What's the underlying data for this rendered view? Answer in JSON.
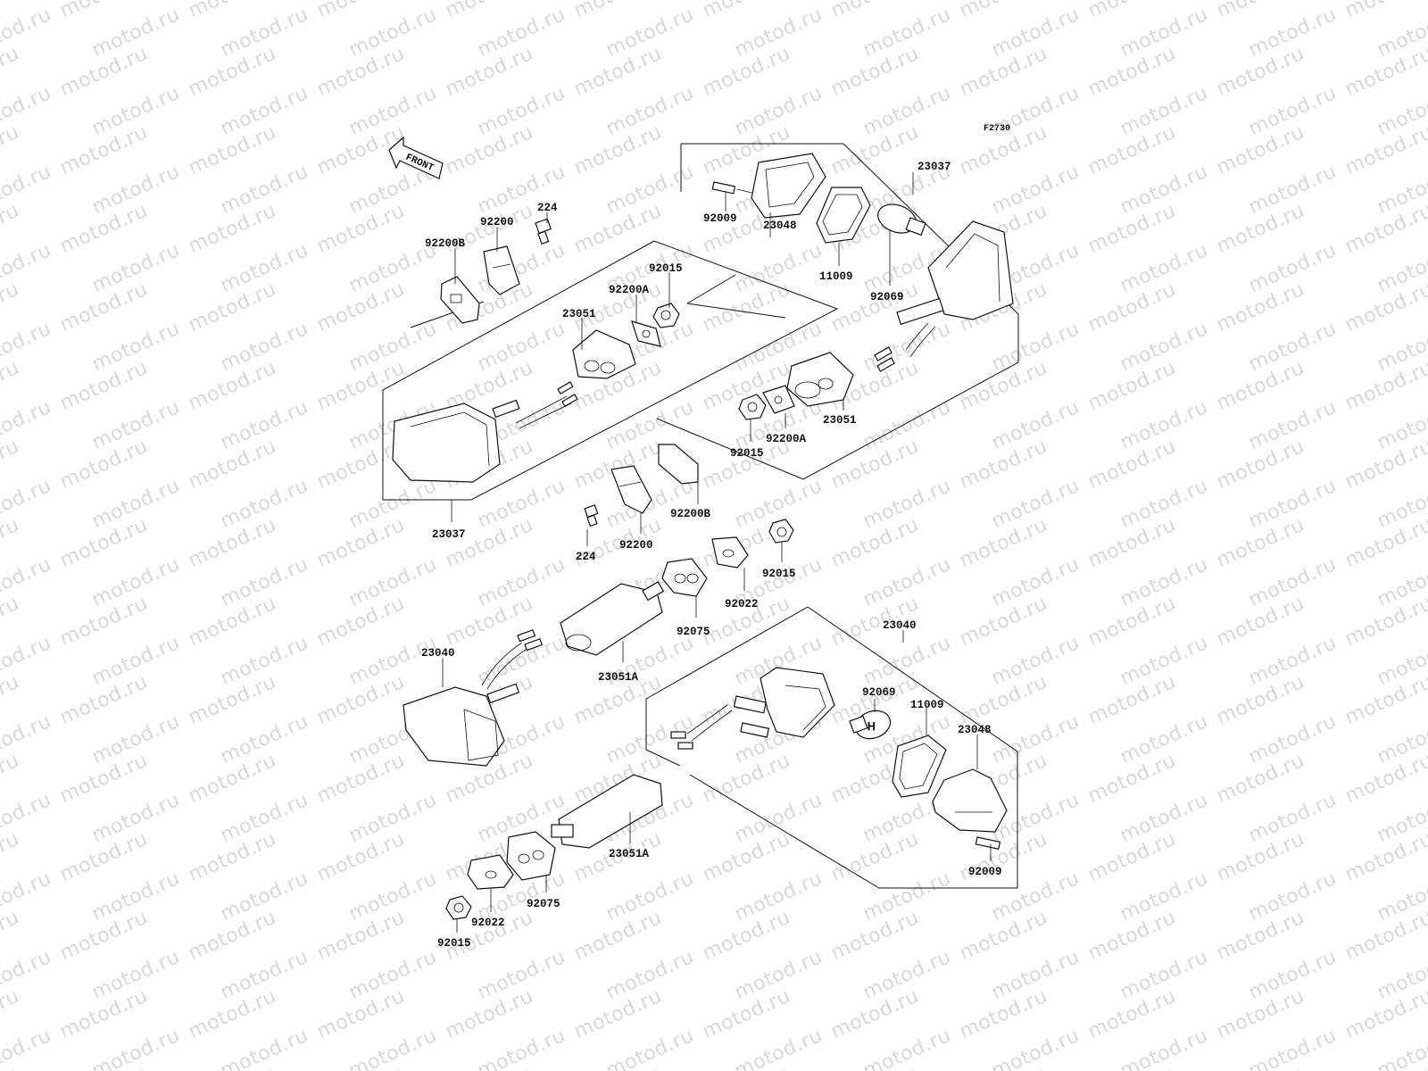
{
  "figure_code": "F2730",
  "front_label": "FRONT",
  "watermark_text": "motod.ru",
  "labels": {
    "l23037_upper": "23037",
    "l23048_upper": "23048",
    "l92009_upper": "92009",
    "l11009_upper": "11009",
    "l92069_upper": "92069",
    "l224_upper": "224",
    "l92200_upper": "92200",
    "l92200B_upper": "92200B",
    "l92015_upper": "92015",
    "l92200A_upper": "92200A",
    "l23051_left": "23051",
    "l23051_right": "23051",
    "l92200A_right": "92200A",
    "l92015_right": "92015",
    "l23037_lower": "23037",
    "l92200B_mid": "92200B",
    "l224_mid": "224",
    "l92200_mid": "92200",
    "l92015_mid": "92015",
    "l92022_mid": "92022",
    "l92075_mid": "92075",
    "l23040_left": "23040",
    "l23051A_mid": "23051A",
    "l23040_right": "23040",
    "l92069_lower": "92069",
    "l11009_lower": "11009",
    "l23048_lower": "23048",
    "l23051A_lower": "23051A",
    "l92075_lower": "92075",
    "l92022_lower": "92022",
    "l92015_lower": "92015",
    "l92009_lower": "92009"
  }
}
